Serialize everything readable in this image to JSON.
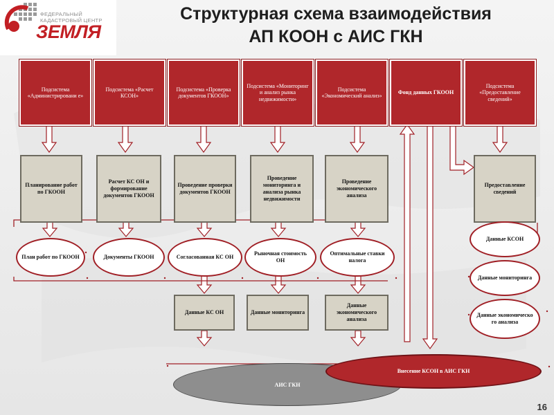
{
  "logo": {
    "line1": "ФЕДЕРАЛЬНЫЙ",
    "line2": "КАДАСТРОВЫЙ ЦЕНТР",
    "main": "ЗЕМЛЯ",
    "color": "#c21f24"
  },
  "title": {
    "line1": "Структурная схема взаимодействия",
    "line2": "АП КООН с АИС ГКН"
  },
  "subsystems": [
    "Подсистема «Администрировани е»",
    "Подсистема «Расчет КСОН»",
    "Подсистема «Проверка документов ГКООН»",
    "Подсистема «Мониторинг и анализ рынка недвижимости»",
    "Подсистема «Экономический анализ»",
    "Фонд данных ГКООН",
    "Подсистема «Предоставление сведений»"
  ],
  "processes": [
    "Планирование работ по ГКООН",
    "Расчет КС ОН и формирование документов ГКООН",
    "Проведение проверки документов ГКООН",
    "Проведение мониторинга и анализа рынка недвижимости",
    "Проведение экономического анализа",
    "Предоставление сведений"
  ],
  "results": [
    "План работ по ГКООН",
    "Документы ГКООН",
    "Согласованная КС ОН",
    "Рыночная стоимость ОН",
    "Оптимальные ставки налога"
  ],
  "data_boxes": [
    "Данные КС ОН",
    "Данные мониторинга",
    "Данные экономического анализа"
  ],
  "right_data": [
    "Данные КСОН",
    "Данные мониторинга",
    "Данные экономическо го анализа"
  ],
  "ais": "АИС ГКН",
  "vnesenie": "Внесение КСОН в АИС ГКН",
  "page_number": "16",
  "colors": {
    "red": "#b0272b",
    "process_fill": "#d7d3c6",
    "gray": "#8e8e8e"
  }
}
